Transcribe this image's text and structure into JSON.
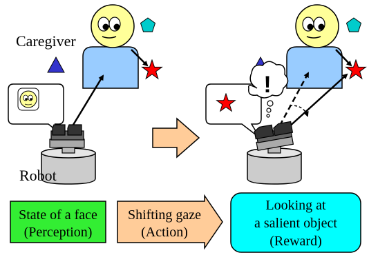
{
  "labels": {
    "caregiver": "Caregiver",
    "robot": "Robot"
  },
  "thought_symbol": "!",
  "boxes": {
    "perception": {
      "line1": "State of a face",
      "line2": "(Perception)",
      "fill": "#33ee33"
    },
    "action": {
      "line1": "Shifting gaze",
      "line2": "(Action)",
      "fill": "#ffcc99"
    },
    "reward": {
      "line1": "Looking at",
      "line2": "a salient object",
      "line3": "(Reward)",
      "fill": "#00ffff"
    }
  },
  "colors": {
    "caregiver_body": "#99ccff",
    "caregiver_face": "#ffff99",
    "star": "#ff0000",
    "triangle": "#3333cc",
    "pentagon": "#00cccc",
    "transition_arrow": "#ffcc99",
    "robot_head": "#333333",
    "robot_base": "#cccccc"
  },
  "icons": {
    "star": "star-icon",
    "triangle": "triangle-icon",
    "pentagon": "pentagon-icon",
    "face": "face-icon",
    "thought_bubble": "thought-bubble-icon"
  }
}
